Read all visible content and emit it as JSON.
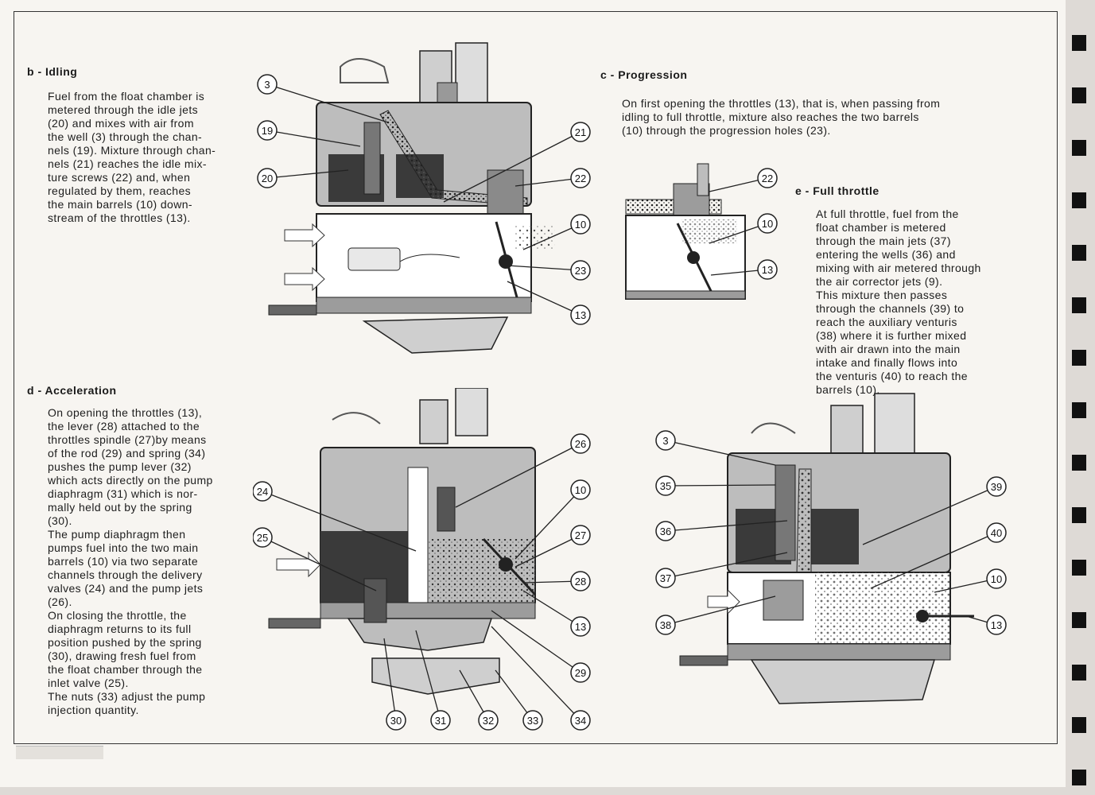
{
  "sections": {
    "idling": {
      "heading": "b - Idling",
      "lines": [
        "Fuel from the float chamber is",
        "metered through the idle jets",
        "(20) and mixes with air from",
        "the well (3) through the chan-",
        "nels (19). Mixture through chan-",
        "nels (21) reaches the idle mix-",
        "ture screws (22) and, when",
        "regulated by them, reaches",
        "the main barrels (10) down-",
        "stream of the throttles (13)."
      ]
    },
    "progression": {
      "heading": "c - Progression",
      "lines": [
        "On first opening the throttles (13), that is, when passing from",
        "idling to full throttle, mixture also reaches the two barrels",
        "(10) through the progression holes (23)."
      ]
    },
    "acceleration": {
      "heading": "d - Acceleration",
      "lines": [
        "On opening the throttles (13),",
        "the lever (28) attached to the",
        "throttles spindle (27)by means",
        "of the rod (29) and spring (34)",
        "pushes the pump lever (32)",
        "which acts directly on the pump",
        "diaphragm (31) which is nor-",
        "mally held out by the spring",
        "(30).",
        "The pump diaphragm then",
        "pumps fuel into the two main",
        "barrels (10) via two separate",
        "channels through the delivery",
        "valves (24) and the pump jets",
        "(26).",
        "On closing the throttle, the",
        "diaphragm returns to its full",
        "position pushed by the spring",
        "(30), drawing fresh fuel from",
        "the float chamber through the",
        "inlet valve (25).",
        "The nuts (33) adjust the pump",
        "injection quantity."
      ]
    },
    "full_throttle": {
      "heading": "e - Full throttle",
      "lines": [
        "At full throttle, fuel from the",
        "float chamber is metered",
        "through the main jets (37)",
        "entering the wells (36) and",
        "mixing with air metered through",
        "the air corrector jets (9).",
        "This mixture then passes",
        "through the channels (39) to",
        "reach the auxiliary venturis",
        "(38) where it is further mixed",
        "with air drawn into the main",
        "intake and finally flows into",
        "the venturis (40) to reach the",
        "barrels (10)."
      ]
    }
  },
  "callouts": {
    "idling": [
      "3",
      "19",
      "20",
      "21",
      "22",
      "10",
      "23",
      "13"
    ],
    "progression": [
      "22",
      "10",
      "13"
    ],
    "acceleration": [
      "26",
      "24",
      "10",
      "25",
      "27",
      "28",
      "13",
      "29",
      "30",
      "31",
      "32",
      "33",
      "34"
    ],
    "full_throttle": [
      "3",
      "35",
      "36",
      "37",
      "38",
      "39",
      "40",
      "10",
      "13"
    ]
  },
  "colors": {
    "paper": "#f7f5f1",
    "ink": "#1d1d1d",
    "fuel": "#3a3a3a",
    "body": "#bdbdbd",
    "metal": "#9c9c9c"
  }
}
